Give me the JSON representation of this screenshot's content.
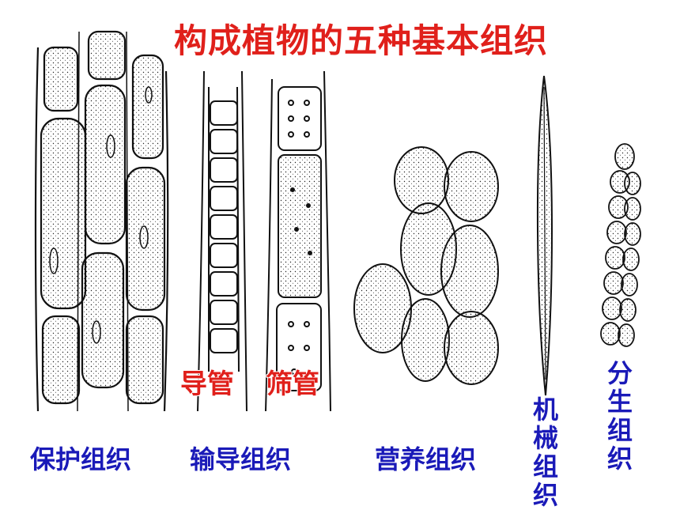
{
  "title": "构成植物的五种基本组织",
  "sublabels": {
    "vessel": "导管",
    "sieve_tube": "筛管"
  },
  "labels": {
    "protective": "保护组织",
    "conductive": "输导组织",
    "nutritive": "营养组织",
    "mechanical": "机械组织",
    "meristematic": "分生组织"
  },
  "colors": {
    "title": "#e0201b",
    "label": "#1a1ab8",
    "line": "#111111"
  }
}
